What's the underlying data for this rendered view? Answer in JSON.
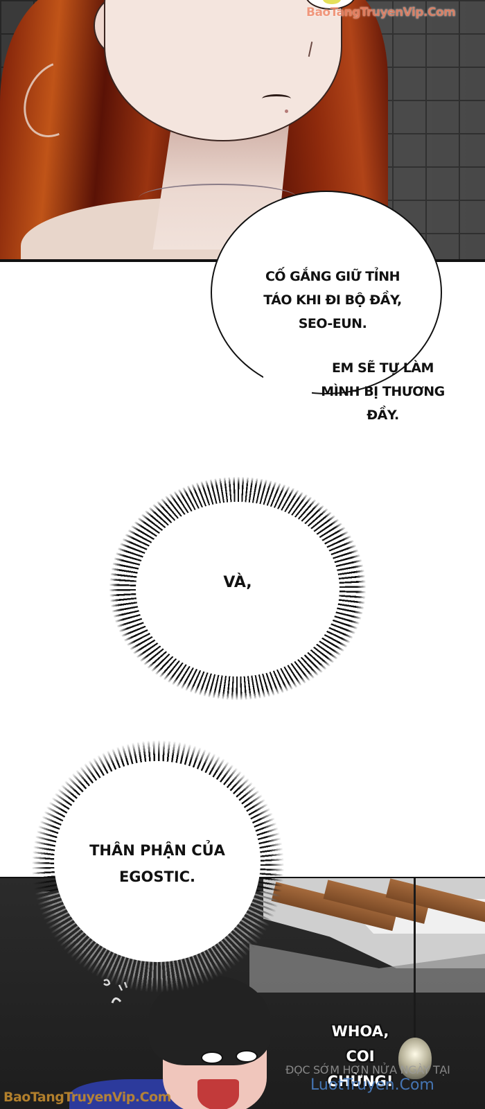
{
  "page": {
    "type": "webtoon-strip",
    "background": "#ffffff"
  },
  "panels": {
    "top": {
      "description": "Close-up of a red-haired girl's lower face and neck in a tiled room",
      "watermark": "BaoTangTruyenVip.Com"
    },
    "bottom": {
      "description": "Dark-haired boy looking startled in a dark room with wooden ceiling beams and a pendant lamp",
      "shout_lines": [
        "WHOA,",
        "COI",
        "CHỪNG!"
      ],
      "promo_text": "ĐỌC SỚM HƠN NỬA NGÀY TẠI",
      "promo_site": "LuotTruyen.Com",
      "watermark": "BaoTangTruyenVip.Com"
    }
  },
  "bubbles": {
    "speech": {
      "lines": [
        "CỐ GẮNG GIỮ TỈNH",
        "TÁO KHI ĐI BỘ ĐẦY,",
        "SEO-EUN."
      ]
    },
    "speech_tail_text": {
      "lines": [
        "EM SẼ TỰ LÀM",
        "MÌNH BỊ THƯƠNG",
        "ĐẦY."
      ]
    },
    "burst_1": {
      "text": "VÀ,"
    },
    "burst_2": {
      "lines": [
        "THÂN PHẬN CỦA",
        "EGOSTIC."
      ]
    }
  },
  "colors": {
    "watermark_top": "#f08a6b",
    "watermark_bottom": "#c28a2e",
    "promo_site": "#4a7fc4",
    "hair_red": "#9a3410",
    "skin": "#f4e5de",
    "border": "#111111"
  }
}
